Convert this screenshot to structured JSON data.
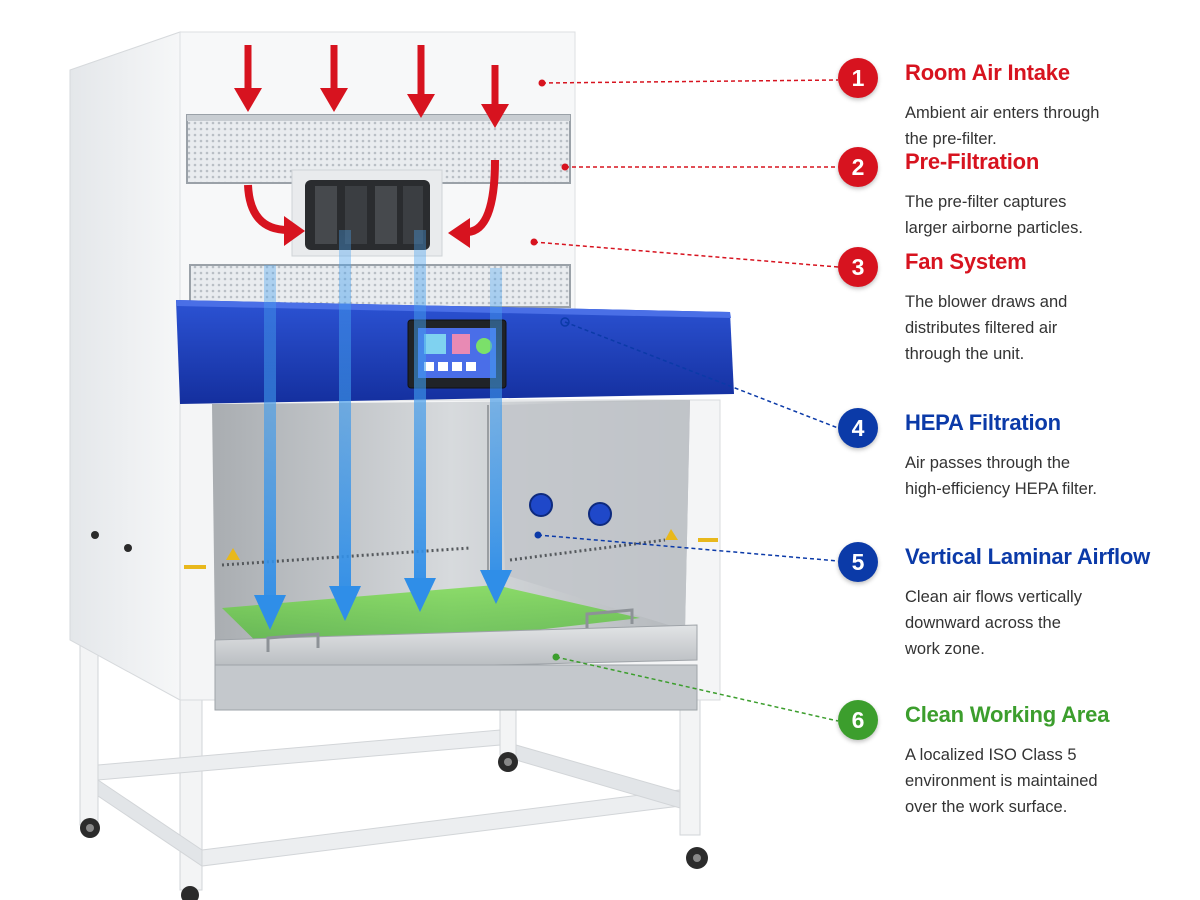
{
  "colors": {
    "intake_red": "#d7131f",
    "hepa_blue": "#0b3aa8",
    "clean_green": "#3c9e2d",
    "airflow_blue": "#4aa3ef",
    "cabinet_blue": "#1c3fbd"
  },
  "callouts": [
    {
      "number": "1",
      "title": "Room Air Intake",
      "description": "Ambient air enters through\nthe pre-filter.",
      "color_key": "intake_red"
    },
    {
      "number": "2",
      "title": "Pre-Filtration",
      "description": "The pre-filter captures\nlarger airborne particles.",
      "color_key": "intake_red"
    },
    {
      "number": "3",
      "title": "Fan System",
      "description": "The blower draws and\ndistributes filtered air\nthrough the unit.",
      "color_key": "intake_red"
    },
    {
      "number": "4",
      "title": "HEPA Filtration",
      "description": "Air passes through the\nhigh-efficiency HEPA filter.",
      "color_key": "hepa_blue"
    },
    {
      "number": "5",
      "title": "Vertical Laminar Airflow",
      "description": "Clean air flows vertically\ndownward across the\nwork zone.",
      "color_key": "hepa_blue"
    },
    {
      "number": "6",
      "title": "Clean Working Area",
      "description": "A localized ISO Class 5\nenvironment is maintained\nover the work surface.",
      "color_key": "clean_green"
    }
  ]
}
